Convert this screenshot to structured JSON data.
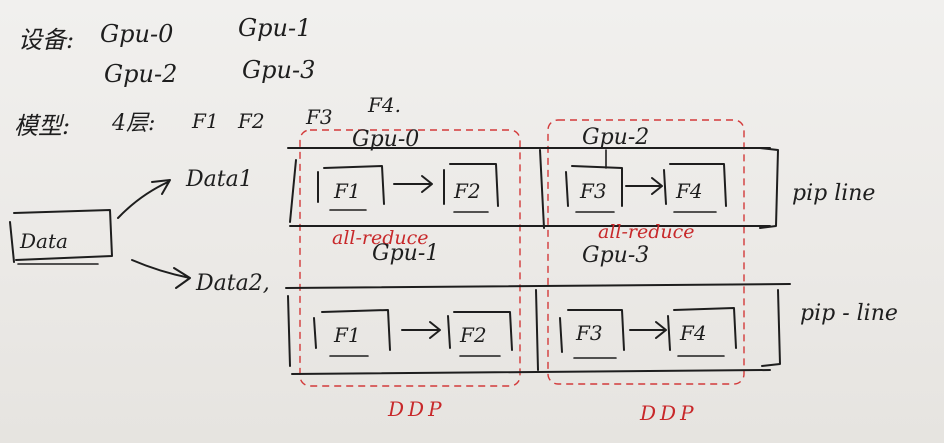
{
  "notes": {
    "devices_label": "设备:",
    "gpu0": "Gpu-0",
    "gpu1": "Gpu-1",
    "gpu2": "Gpu-2",
    "gpu3": "Gpu-3",
    "model_label": "模型:",
    "model_layers": "4层:",
    "f1": "F1",
    "f2": "F2",
    "f3": "F3",
    "f4": "F4."
  },
  "data": {
    "source": "Data",
    "data1": "Data1",
    "data2": "Data2,"
  },
  "grid": {
    "top_left_gpu": "Gpu-0",
    "top_right_gpu": "Gpu-2",
    "bottom_left_gpu": "Gpu-1",
    "bottom_right_gpu": "Gpu-3",
    "f1": "F1",
    "f2": "F2",
    "f3": "F3",
    "f4": "F4"
  },
  "labels": {
    "pipeline_top": "pip line",
    "pipeline_bottom": "pip - line",
    "allreduce_left": "all-reduce",
    "allreduce_right": "all-reduce",
    "ddp_left": "DDP",
    "ddp_right": "DDP"
  },
  "colors": {
    "ink": "#1e1e1e",
    "red": "#c8282a",
    "paper": "#ecebe8"
  }
}
